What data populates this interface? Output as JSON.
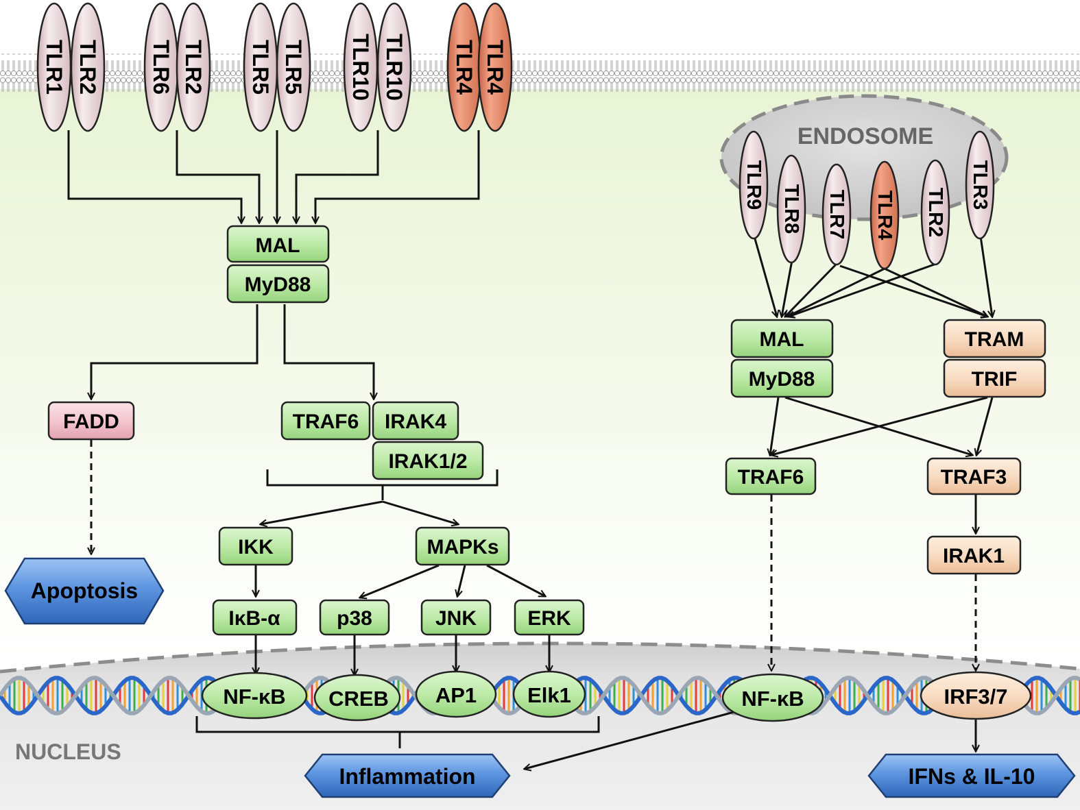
{
  "compartments": {
    "endosome": "ENDOSOME",
    "nucleus": "NUCLEUS"
  },
  "receptors": {
    "membrane_pairs": [
      [
        "TLR1",
        "TLR2"
      ],
      [
        "TLR6",
        "TLR2"
      ],
      [
        "TLR5",
        "TLR5"
      ],
      [
        "TLR10",
        "TLR10"
      ],
      [
        "TLR4",
        "TLR4"
      ]
    ],
    "endosomal": [
      "TLR9",
      "TLR8",
      "TLR7",
      "TLR4",
      "TLR2",
      "TLR3"
    ]
  },
  "left_pathway": {
    "mal": "MAL",
    "myd88": "MyD88",
    "fadd": "FADD",
    "traf6": "TRAF6",
    "irak4": "IRAK4",
    "irak12": "IRAK1/2",
    "ikk": "IKK",
    "mapks": "MAPKs",
    "ikba": "IκB-α",
    "p38": "p38",
    "jnk": "JNK",
    "erk": "ERK"
  },
  "right_pathway": {
    "mal": "MAL",
    "myd88": "MyD88",
    "tram": "TRAM",
    "trif": "TRIF",
    "traf6": "TRAF6",
    "traf3": "TRAF3",
    "irak1": "IRAK1"
  },
  "transcription_factors": {
    "nfkb_left": "NF-κB",
    "creb": "CREB",
    "ap1": "AP1",
    "elk1": "Elk1",
    "nfkb_right": "NF-κB",
    "irf37": "IRF3/7"
  },
  "outcomes": {
    "apoptosis": "Apoptosis",
    "inflammation": "Inflammation",
    "ifns": "IFNs & IL-10"
  },
  "colors": {
    "green_box": "#bdeaa8",
    "peach_box": "#f8dcc2",
    "pink_box": "#f4c6d0",
    "tlr_pale": "#f1e0e2",
    "tlr4_highlight": "#e58a6c",
    "outcome_blue": "#4a86d6",
    "cytoplasm": "#f2f8e6",
    "nucleus": "#dcdcdc"
  }
}
